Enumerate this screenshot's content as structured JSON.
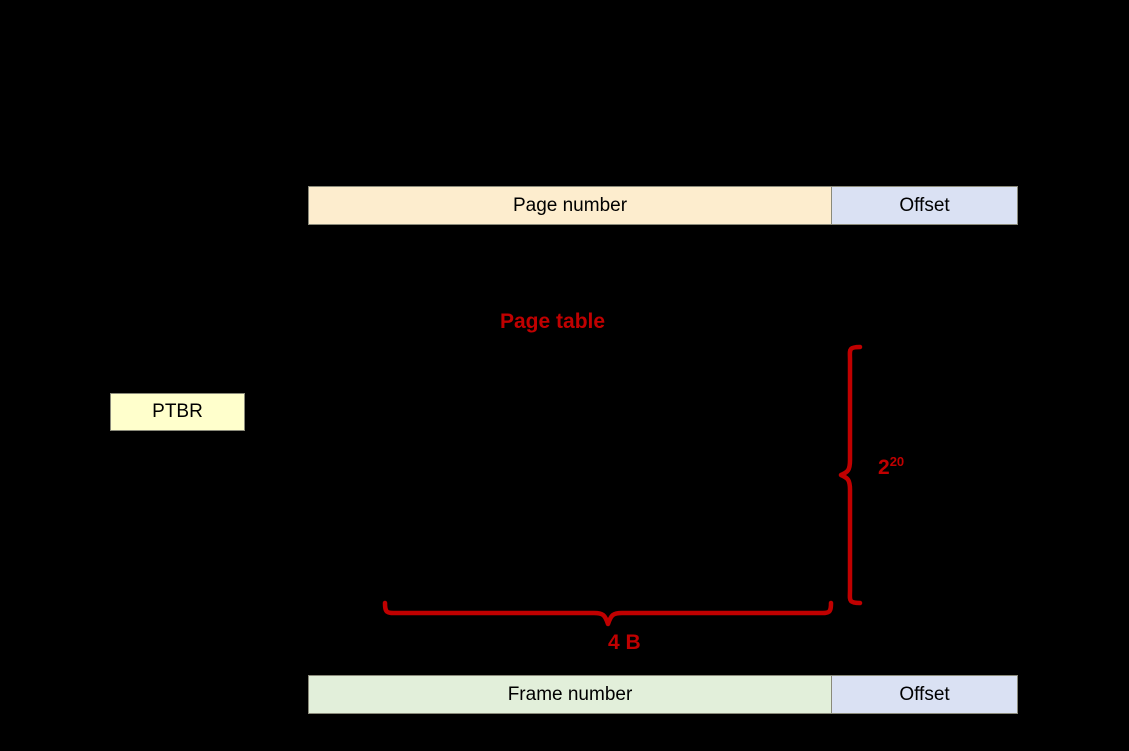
{
  "diagram": {
    "background_color": "#000000",
    "accent_color": "#C00000",
    "virtual_address": {
      "page_number": {
        "label": "Page number",
        "color": "#FDEDCE"
      },
      "offset": {
        "label": "Offset",
        "color": "#DAE1F3"
      }
    },
    "physical_address": {
      "frame_number": {
        "label": "Frame number",
        "color": "#E2EFDA"
      },
      "offset": {
        "label": "Offset",
        "color": "#DAE1F3"
      }
    },
    "page_table": {
      "title": "Page table",
      "entry_count_label": "2",
      "entry_count_exponent": "20",
      "entry_size_label": "4 B"
    },
    "registers": {
      "ptbr": {
        "label": "PTBR",
        "color": "#FFFFCC"
      }
    }
  }
}
